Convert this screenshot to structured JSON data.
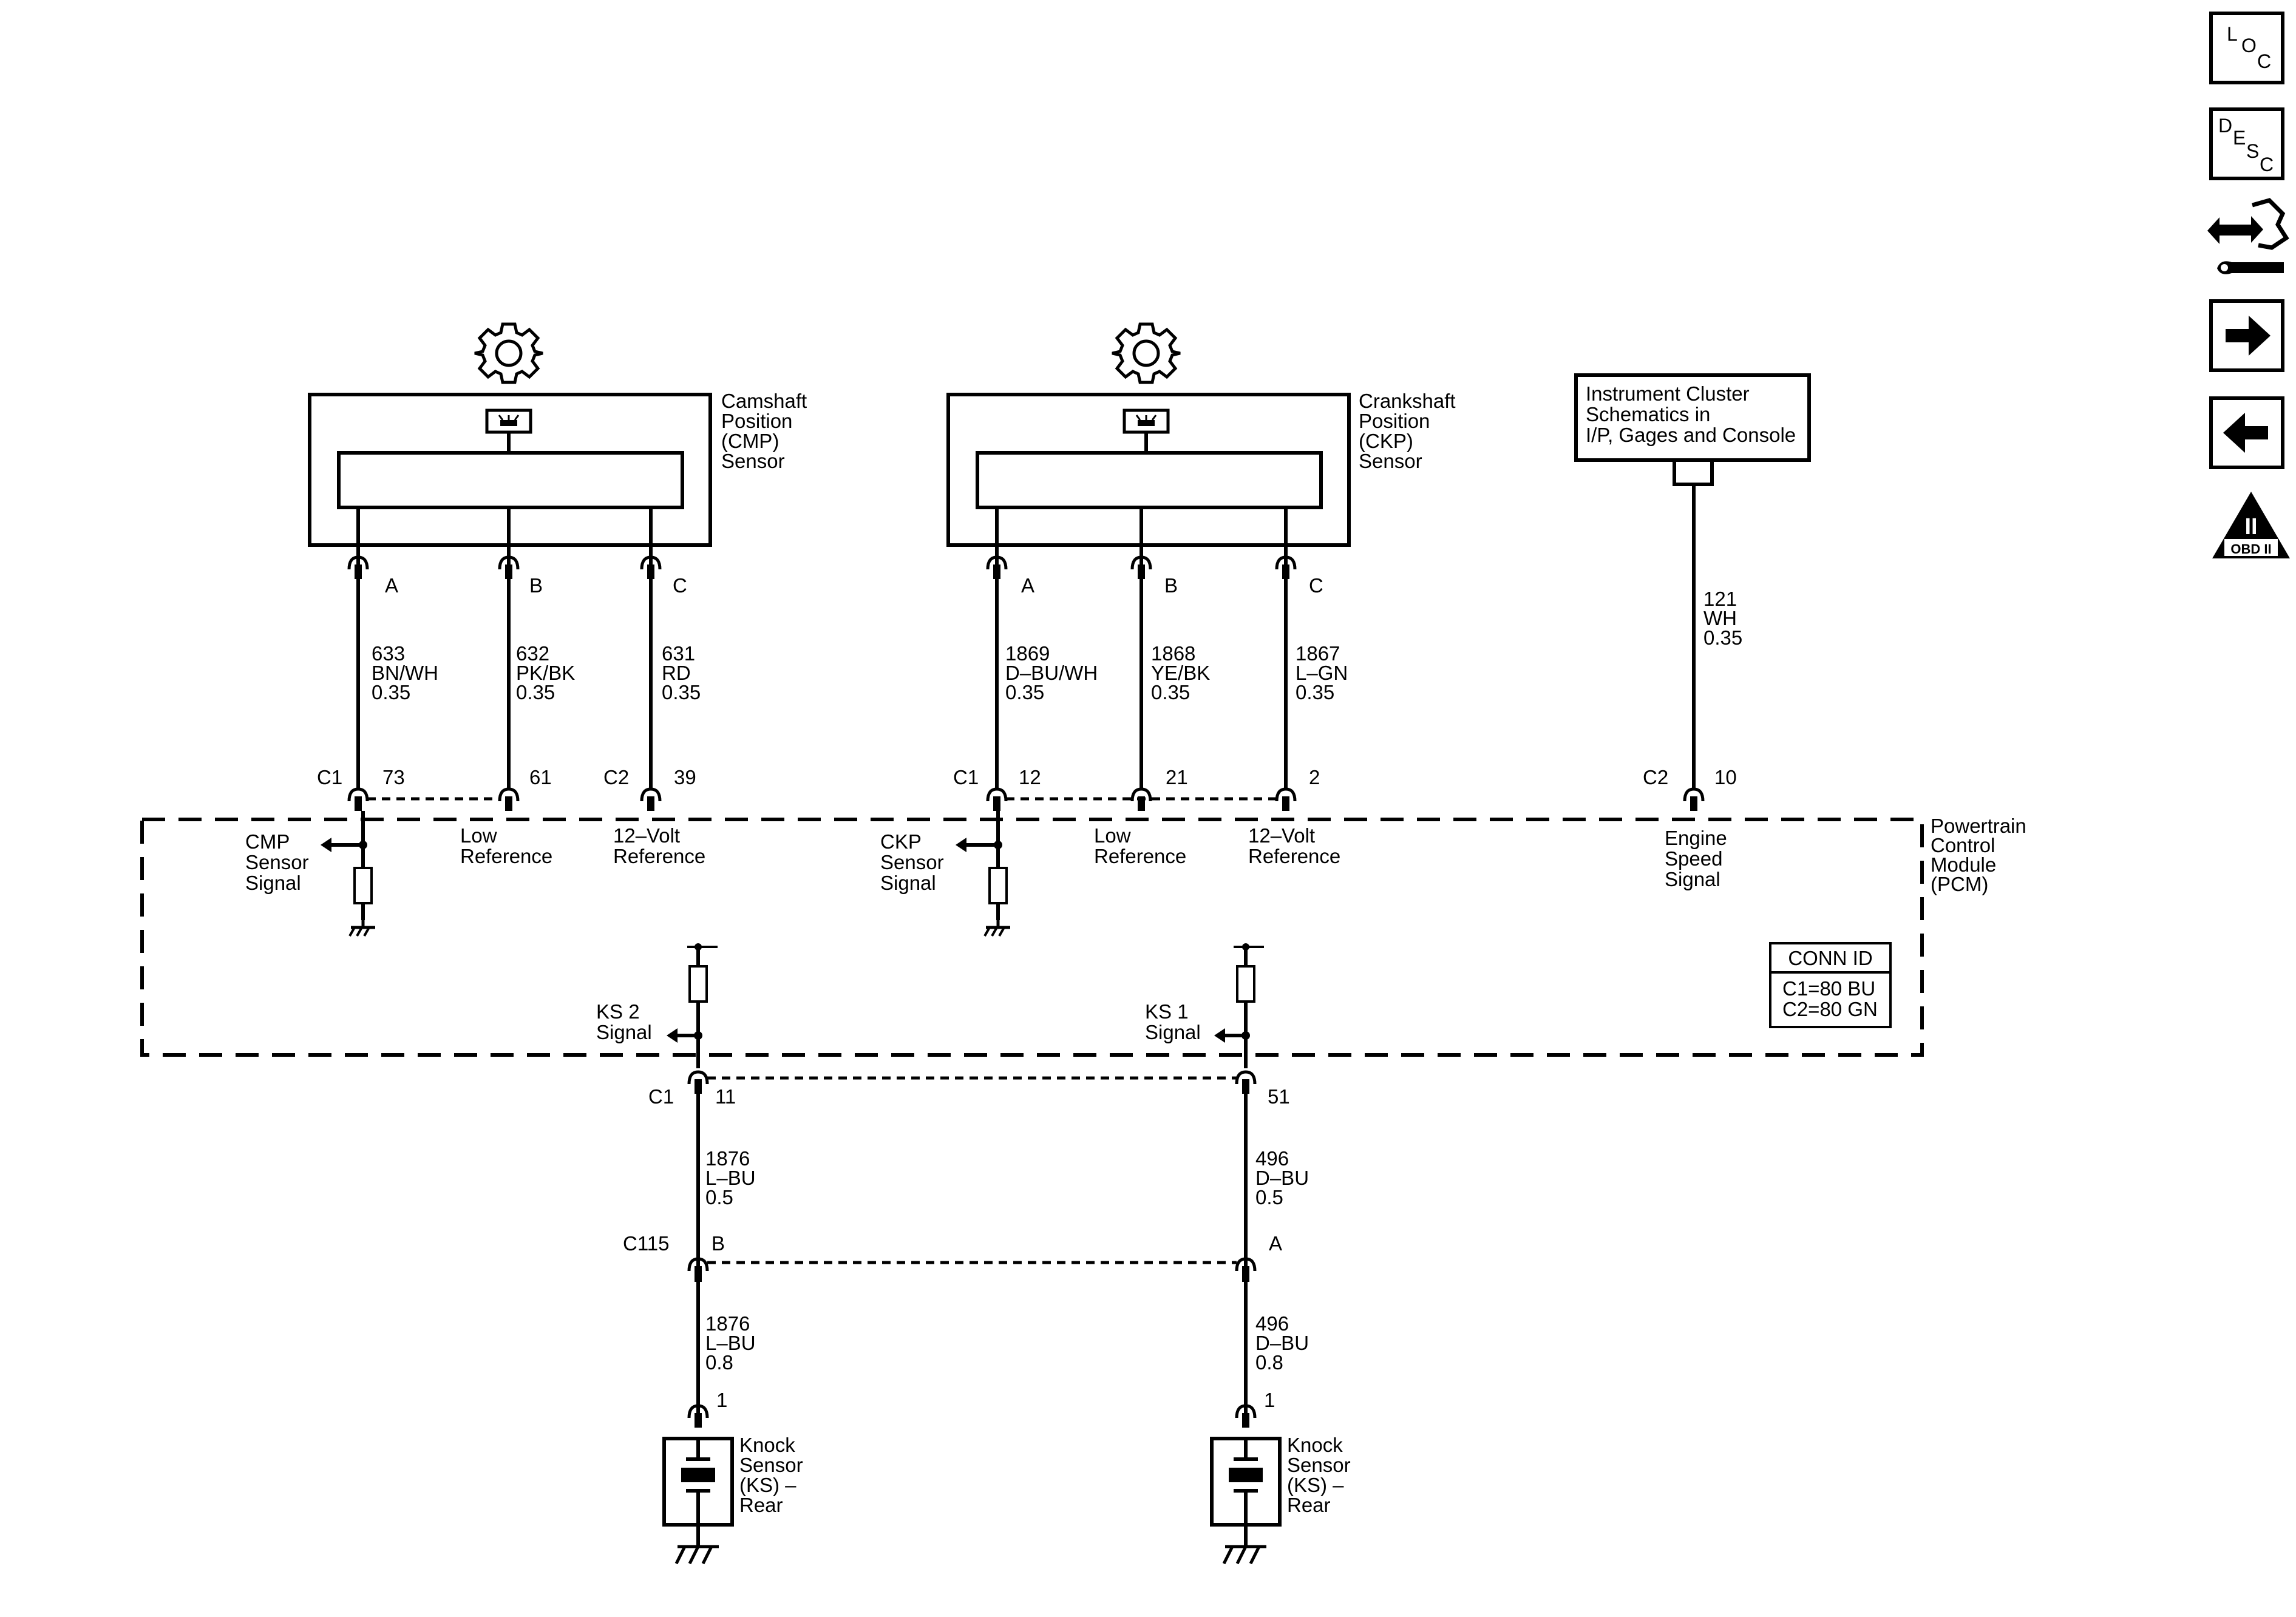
{
  "nav_buttons": {
    "loc": {
      "t1": "L",
      "t2": "O",
      "t3": "C"
    },
    "desc": {
      "t1": "D",
      "t2": "E",
      "t3": "S",
      "t4": "C"
    },
    "obd": {
      "roman": "II",
      "label": "OBD II"
    }
  },
  "components": {
    "cmp": {
      "l1": "Camshaft",
      "l2": "Position",
      "l3": "(CMP)",
      "l4": "Sensor"
    },
    "ckp": {
      "l1": "Crankshaft",
      "l2": "Position",
      "l3": "(CKP)",
      "l4": "Sensor"
    },
    "instrument_cluster": {
      "l1": "Instrument Cluster",
      "l2": "Schematics in",
      "l3": "I/P, Gages and Console"
    },
    "pcm": {
      "l1": "Powertrain",
      "l2": "Control",
      "l3": "Module",
      "l4": "(PCM)"
    },
    "ks_rear_left": {
      "l1": "Knock",
      "l2": "Sensor",
      "l3": "(KS) –",
      "l4": "Rear"
    },
    "ks_rear_right": {
      "l1": "Knock",
      "l2": "Sensor",
      "l3": "(KS) –",
      "l4": "Rear"
    }
  },
  "sensor_pins": {
    "cmp": [
      "A",
      "B",
      "C"
    ],
    "ckp": [
      "A",
      "B",
      "C"
    ]
  },
  "wires": {
    "w633": {
      "circuit": "633",
      "color": "BN/WH",
      "gauge": "0.35"
    },
    "w632": {
      "circuit": "632",
      "color": "PK/BK",
      "gauge": "0.35"
    },
    "w631": {
      "circuit": "631",
      "color": "RD",
      "gauge": "0.35"
    },
    "w1869": {
      "circuit": "1869",
      "color": "D–BU/WH",
      "gauge": "0.35"
    },
    "w1868": {
      "circuit": "1868",
      "color": "YE/BK",
      "gauge": "0.35"
    },
    "w1867": {
      "circuit": "1867",
      "color": "L–GN",
      "gauge": "0.35"
    },
    "w121": {
      "circuit": "121",
      "color": "WH",
      "gauge": "0.35"
    },
    "w1876a": {
      "circuit": "1876",
      "color": "L–BU",
      "gauge": "0.5"
    },
    "w496a": {
      "circuit": "496",
      "color": "D–BU",
      "gauge": "0.5"
    },
    "w1876b": {
      "circuit": "1876",
      "color": "L–BU",
      "gauge": "0.8"
    },
    "w496b": {
      "circuit": "496",
      "color": "D–BU",
      "gauge": "0.8"
    }
  },
  "pcm_connectors": {
    "c1_73": {
      "conn": "C1",
      "pin": "73"
    },
    "p61": {
      "pin": "61"
    },
    "c2_39": {
      "conn": "C2",
      "pin": "39"
    },
    "c1_12": {
      "conn": "C1",
      "pin": "12"
    },
    "p21": {
      "pin": "21"
    },
    "p2": {
      "pin": "2"
    },
    "c2_10": {
      "conn": "C2",
      "pin": "10"
    },
    "c1_11": {
      "conn": "C1",
      "pin": "11"
    },
    "p51": {
      "pin": "51"
    }
  },
  "inline_connector": {
    "name": "C115",
    "pin_b": "B",
    "pin_a": "A"
  },
  "ks_pins": {
    "left": "1",
    "right": "1"
  },
  "pcm_functions": {
    "cmp_signal": {
      "l1": "CMP",
      "l2": "Sensor",
      "l3": "Signal"
    },
    "low_ref_1": {
      "l1": "Low",
      "l2": "Reference"
    },
    "ref12v_1": {
      "l1": "12–Volt",
      "l2": "Reference"
    },
    "ckp_signal": {
      "l1": "CKP",
      "l2": "Sensor",
      "l3": "Signal"
    },
    "low_ref_2": {
      "l1": "Low",
      "l2": "Reference"
    },
    "ref12v_2": {
      "l1": "12–Volt",
      "l2": "Reference"
    },
    "engine_speed": {
      "l1": "Engine",
      "l2": "Speed",
      "l3": "Signal"
    },
    "ks2": {
      "l1": "KS 2",
      "l2": "Signal"
    },
    "ks1": {
      "l1": "KS 1",
      "l2": "Signal"
    }
  },
  "conn_id": {
    "title": "CONN ID",
    "c1": "C1=80 BU",
    "c2": "C2=80 GN"
  }
}
